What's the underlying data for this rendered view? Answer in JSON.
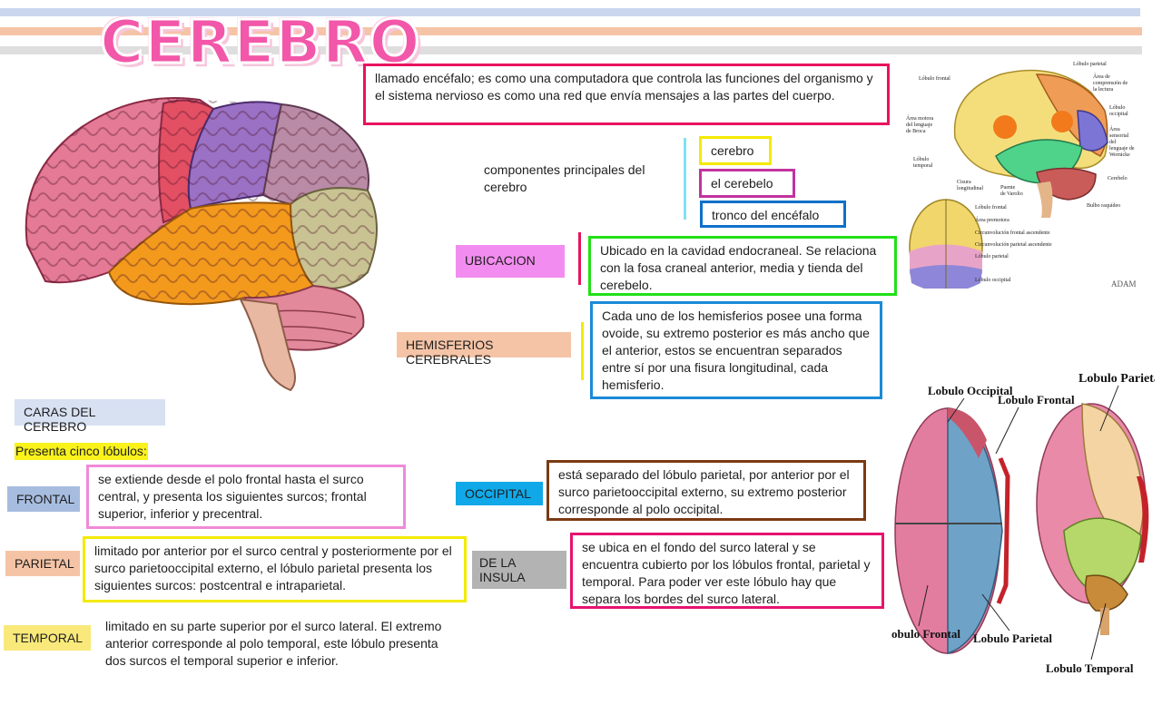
{
  "title": "CEREBRO",
  "definition": "llamado encéfalo; es como una computadora que controla las funciones del organismo y el sistema nervioso es como una red que envía mensajes a las partes del cuerpo.",
  "components": {
    "label": "componentes principales del cerebro",
    "items": [
      "cerebro",
      "el cerebelo",
      "tronco del encéfalo"
    ]
  },
  "ubicacion": {
    "label": "UBICACION",
    "text": "Ubicado en la cavidad endocraneal. Se relaciona con la fosa craneal anterior, media y tienda del cerebelo."
  },
  "hemisferios": {
    "label": "HEMISFERIOS CEREBRALES",
    "text": "Cada uno de los hemisferios posee una forma ovoide, su extremo posterior es más ancho que el anterior, estos se encuentran separados entre sí por una fisura longitudinal, cada hemisferio."
  },
  "caras": "CARAS DEL CEREBRO",
  "lobulos_intro": "Presenta cinco lóbulos:",
  "lobes": {
    "frontal": {
      "label": "FRONTAL",
      "text": "se extiende desde el polo frontal hasta el surco central, y presenta los siguientes surcos; frontal superior, inferior y precentral."
    },
    "parietal": {
      "label": "PARIETAL",
      "text": "limitado por anterior por el surco central y posteriormente por el surco parietooccipital externo, el lóbulo parietal presenta los siguientes surcos: postcentral e intraparietal."
    },
    "temporal": {
      "label": "TEMPORAL",
      "text": "limitado en su parte superior por el surco lateral. El extremo anterior corresponde al polo temporal, este lóbulo presenta dos surcos el temporal superior e inferior."
    },
    "occipital": {
      "label": "OCCIPITAL",
      "text": "está separado del lóbulo parietal, por anterior por el surco parietooccipital externo, su extremo posterior corresponde al polo occipital."
    },
    "insula": {
      "label": "DE LA INSULA",
      "text": "se ubica en el fondo del surco lateral y se encuentra cubierto por los lóbulos frontal, parietal y temporal. Para poder ver este lóbulo hay que separa los bordes del surco lateral."
    }
  },
  "anatomy_labels": {
    "top": [
      "Lóbulo parietal",
      "Lóbulo frontal",
      "Área de comprensión de la lectura",
      "Lóbulo occipital",
      "Área motora del lenguaje de Broca",
      "Área sensorial del lenguaje de Wernicke",
      "Lóbulo temporal",
      "Cerebelo",
      "Puente de Varolio",
      "Bulbo raquídeo",
      "Cisura longitudinal",
      "Lóbulo frontal",
      "Área premotora",
      "Circunvolución frontal ascendente",
      "Circunvolución parietal ascendente",
      "Lóbulo parietal",
      "Lóbulo occipital",
      "ADAM"
    ],
    "bottom": [
      "Lobulo Occipital",
      "Lobulo Frontal",
      "Lobulo Parietal",
      "Lobulo Frontal",
      "Lobulo Parietal",
      "Lobulo Temporal"
    ]
  },
  "colors": {
    "pink": "#e8135f",
    "magenta": "#e43dd3",
    "yellow": "#f4ea00",
    "green": "#21e017",
    "blue": "#1070c8",
    "brown": "#7a3a12",
    "cyan": "#7fe3f2",
    "frontal_lobe": "#e97b9a",
    "parietal_lobe": "#9b6fc0",
    "temporal_lobe": "#f39a1d",
    "occipital_lobe": "#c9c38f",
    "cerebellum": "#e3899c"
  }
}
